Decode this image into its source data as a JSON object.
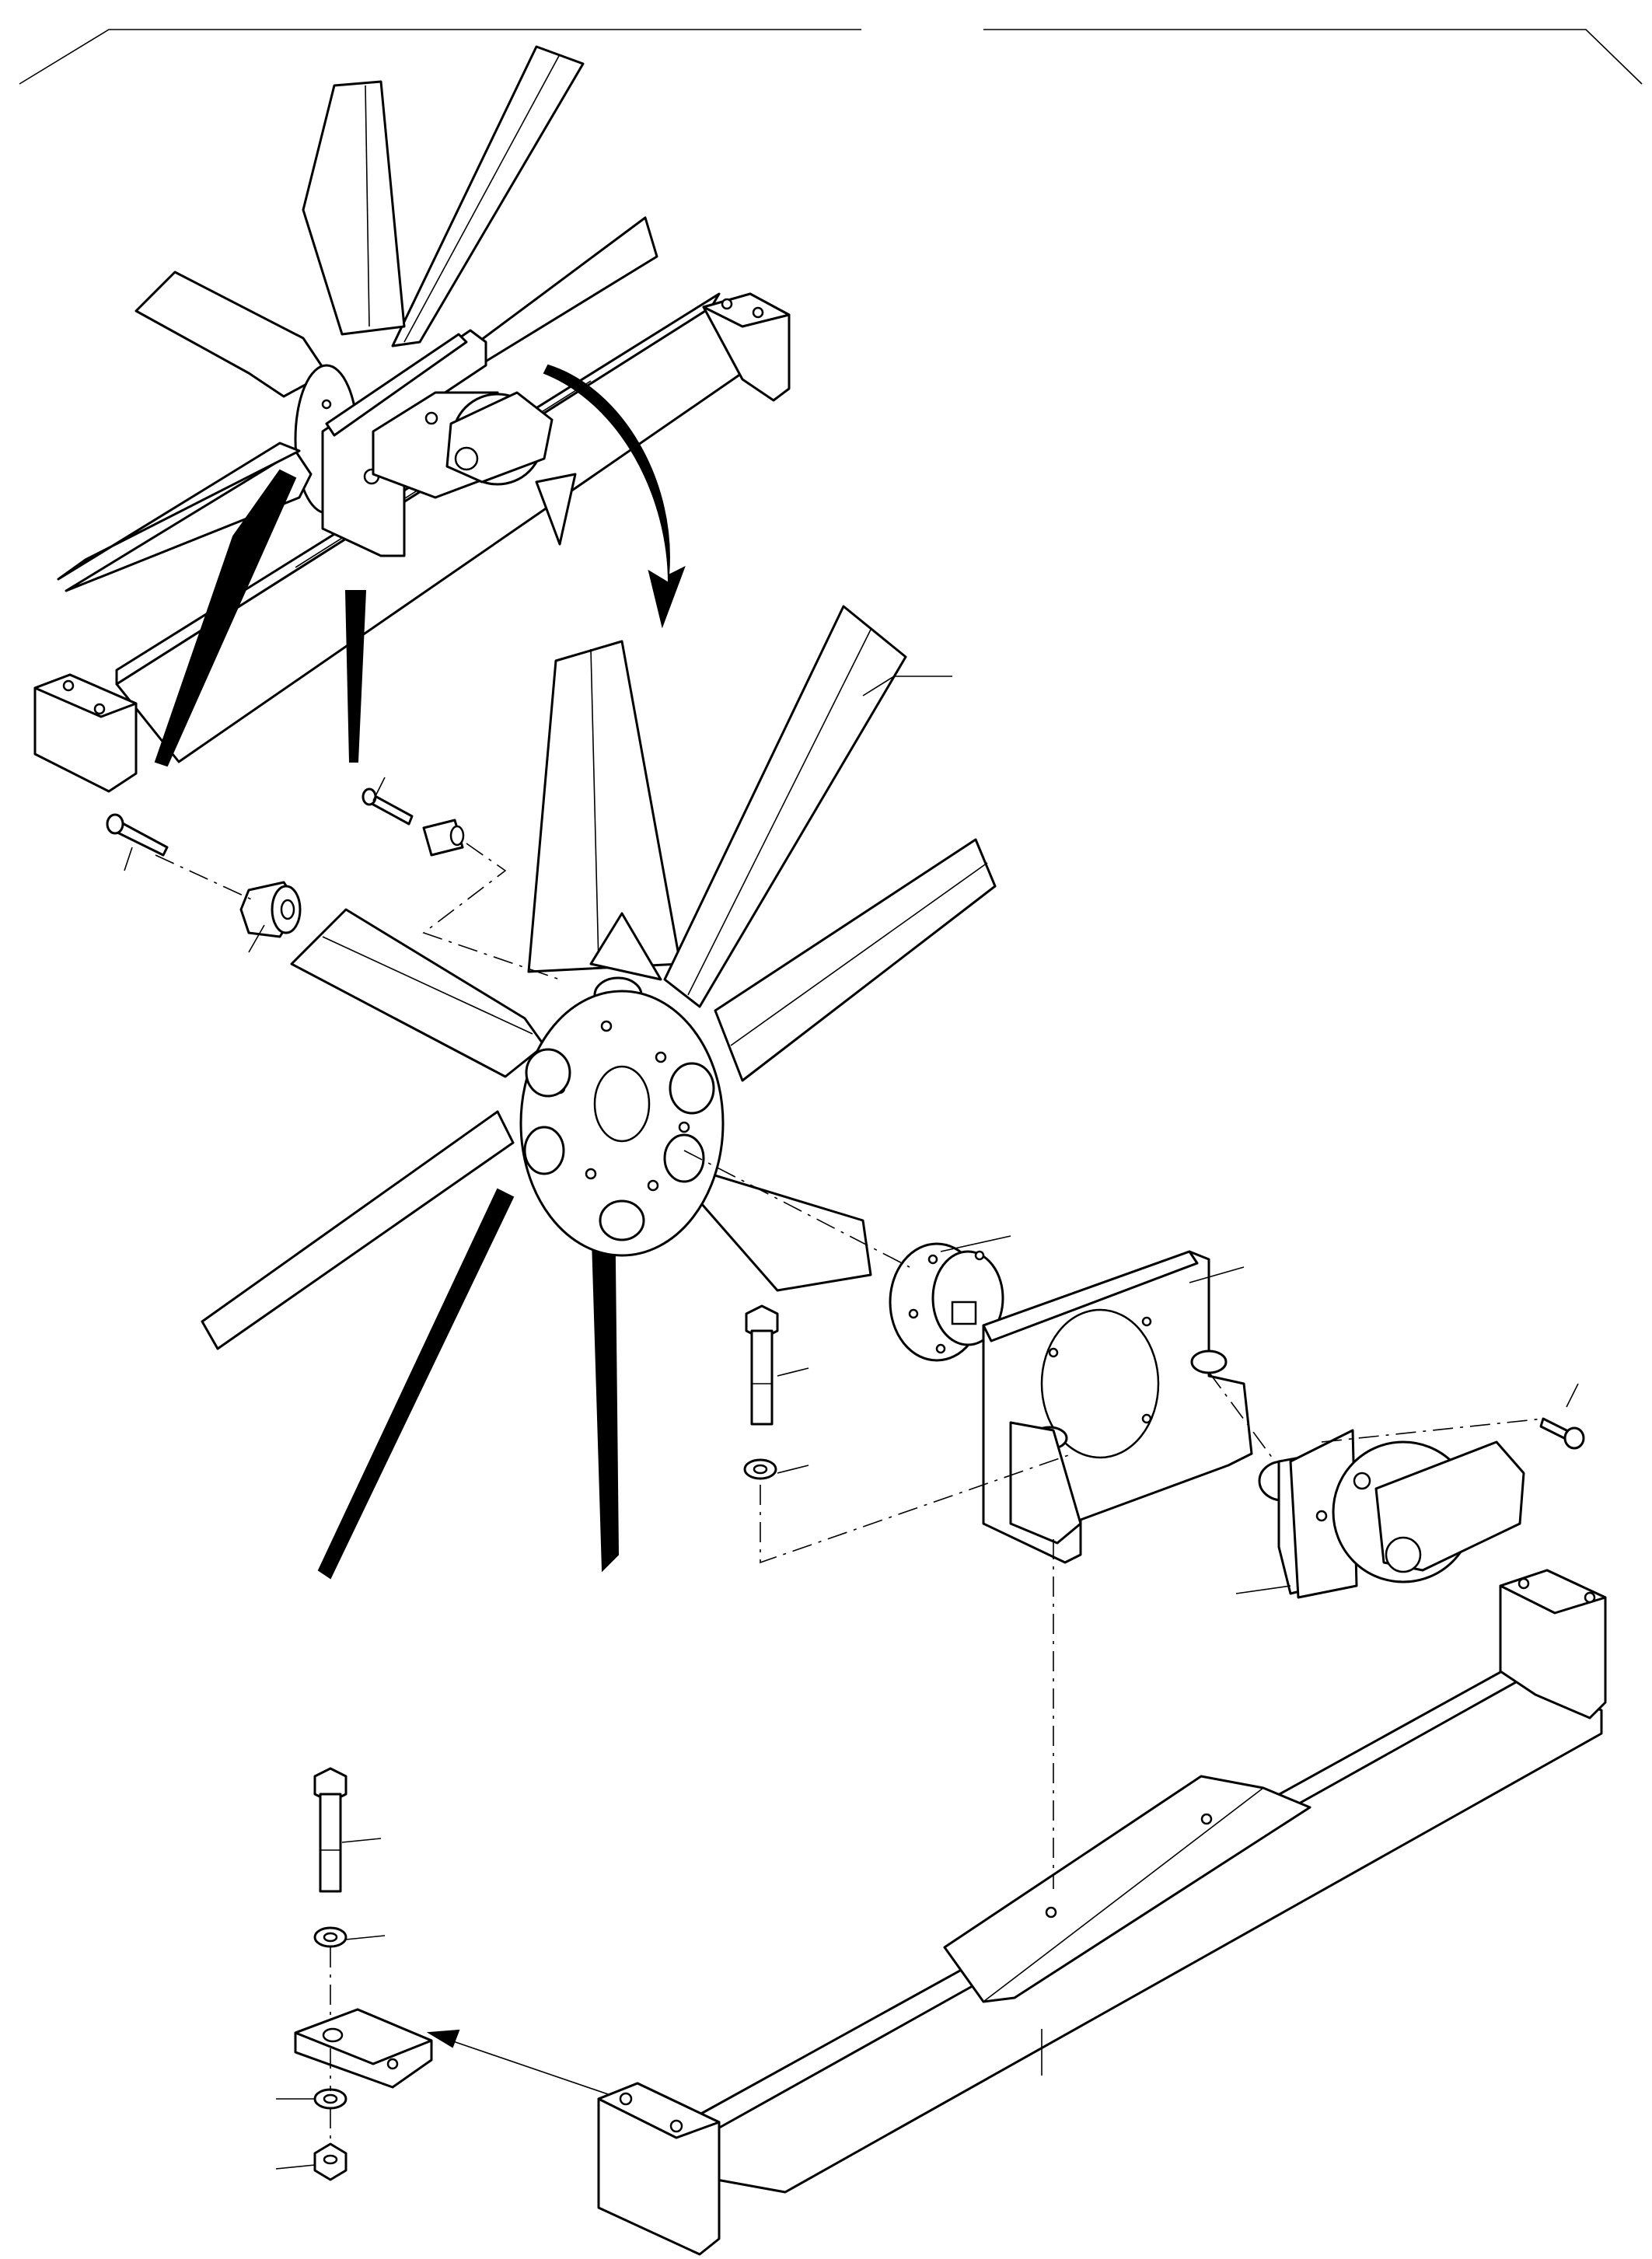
{
  "figure": {
    "kind": "exploded-view parts illustration",
    "text_labels": [],
    "components": [
      "fan-assembly-installed-view",
      "fan-blade",
      "fan-hub",
      "hub-flange",
      "capscrew-small",
      "spacer",
      "capscrew-long",
      "washer",
      "mounting-bracket",
      "hydraulic-motor",
      "motor-capscrew",
      "cross-member",
      "mounting-plate",
      "nut"
    ],
    "colors": {
      "line": "#000000",
      "background": "#ffffff"
    }
  }
}
